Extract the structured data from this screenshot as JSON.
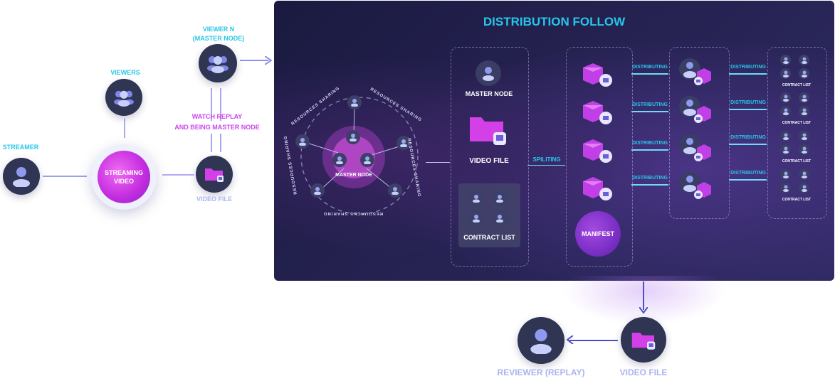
{
  "left": {
    "viewer_n": "VIEWER N\n(MASTER NODE)",
    "viewers": "VIEWERS",
    "streamer": "STREAMER",
    "streaming_video": "STREAMING\nVIDEO",
    "watch_replay": "WATCH REPLAY\nAND BEING MASTER NODE",
    "video_file": "VIDEO FILE"
  },
  "panel": {
    "title": "DISTRIBUTION FOLLOW",
    "master_node_center": "MASTER NODE",
    "resources_sharing": "RESOURCES SHARING",
    "master_node": "MASTER NODE",
    "video_file": "VIDEO FILE",
    "contract_list": "CONTRACT LIST",
    "spliting": "SPILITING",
    "manifest": "MANIFEST",
    "distributing": "DISTRIBUTING",
    "contract_list_small": "CONTRACT LIST"
  },
  "bottom": {
    "reviewer": "REVIEWER (REPLAY)",
    "video_file": "VIDEO FILE"
  },
  "colors": {
    "cyan": "#27c6e8",
    "pink": "#cd43f0",
    "panel_bg": "#1f1d48"
  }
}
